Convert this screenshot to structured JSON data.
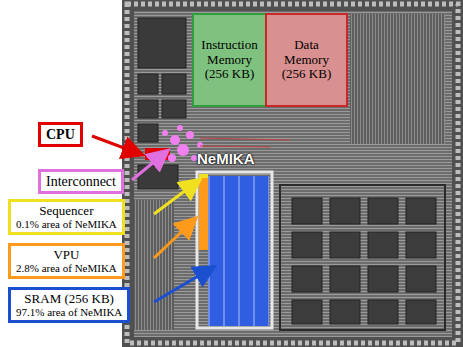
{
  "diagram": {
    "nodes": [
      {
        "text": [
          "Instruction Memory (256 KB)"
        ]
      },
      {
        "text": [
          "Data Memory (256 KB)"
        ]
      },
      {
        "text": [
          "CPU"
        ]
      },
      {
        "text": [
          "Interconnect"
        ]
      },
      {
        "text": [
          "NeMIKA"
        ]
      },
      {
        "text": [
          "Sequencer",
          "0.1% area of NeMIKA"
        ]
      },
      {
        "text": [
          "VPU",
          "2.8% area of NeMIKA"
        ]
      },
      {
        "text": [
          "SRAM (256 KB)",
          "97.1% area of NeMIKA"
        ]
      }
    ]
  }
}
